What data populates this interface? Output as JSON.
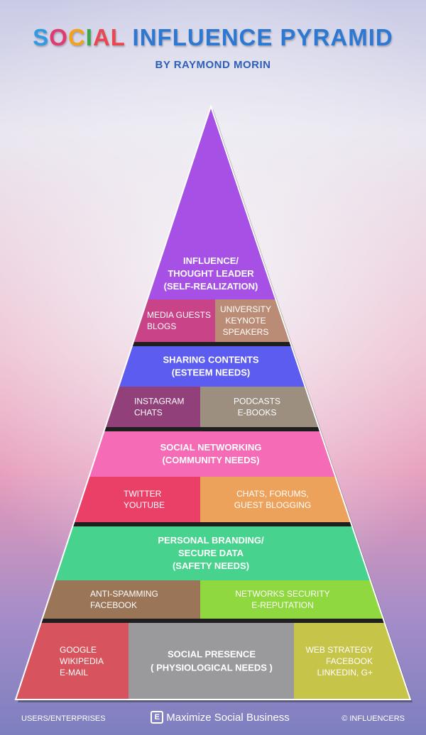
{
  "header": {
    "title_parts": [
      {
        "text": "S",
        "color": "#2f9be3"
      },
      {
        "text": "O",
        "color": "#e03a6f"
      },
      {
        "text": "C",
        "color": "#f2a21c"
      },
      {
        "text": "I",
        "color": "#3aa84a"
      },
      {
        "text": "AL",
        "color": "#e8484f"
      },
      {
        "text": " INFLUENCE PYRAMID",
        "color": "#2c78d2"
      }
    ],
    "subtitle": "BY RAYMOND MORIN"
  },
  "pyramid": {
    "levels": [
      {
        "title_lines": [
          "INFLUENCE/",
          "THOUGHT LEADER",
          "(SELF-REALIZATION)"
        ],
        "color": "#a650e6",
        "cells": [
          {
            "lines": [
              "MEDIA GUESTS",
              "BLOGS"
            ],
            "color": "#c94388"
          },
          {
            "lines": [
              "UNIVERSITY",
              "KEYNOTE",
              "SPEAKERS"
            ],
            "color": "#bb8c75"
          }
        ]
      },
      {
        "title_lines": [
          "SHARING CONTENTS",
          "(ESTEEM NEEDS)"
        ],
        "color": "#5d5cf0",
        "cells": [
          {
            "lines": [
              "INSTAGRAM",
              "CHATS"
            ],
            "color": "#92407a"
          },
          {
            "lines": [
              "PODCASTS",
              "E-BOOKS"
            ],
            "color": "#9c8f7f"
          }
        ]
      },
      {
        "title_lines": [
          "SOCIAL NETWORKING",
          "(COMMUNITY NEEDS)"
        ],
        "color": "#f56bb5",
        "cells": [
          {
            "lines": [
              "TWITTER",
              "YOUTUBE"
            ],
            "color": "#ea3f67"
          },
          {
            "lines": [
              "CHATS, FORUMS,",
              "GUEST BLOGGING"
            ],
            "color": "#eda25c"
          }
        ]
      },
      {
        "title_lines": [
          "PERSONAL BRANDING/",
          "SECURE DATA",
          "(SAFETY NEEDS)"
        ],
        "color": "#47d38d",
        "cells": [
          {
            "lines": [
              "ANTI-SPAMMING",
              "FACEBOOK"
            ],
            "color": "#9b7557"
          },
          {
            "lines": [
              "NETWORKS SECURITY",
              "E-REPUTATION"
            ],
            "color": "#8fd83f"
          }
        ]
      }
    ],
    "base": {
      "left": {
        "lines": [
          "GOOGLE",
          "WIKIPEDIA",
          "E-MAIL"
        ],
        "color": "#d7545e"
      },
      "center": {
        "lines": [
          "SOCIAL PRESENCE",
          "( PHYSIOLOGICAL NEEDS )"
        ],
        "color": "#9a9a9c"
      },
      "right": {
        "lines": [
          "WEB STRATEGY",
          "FACEBOOK",
          "LINKEDIN, G+"
        ],
        "color": "#c7c44a"
      }
    }
  },
  "footer": {
    "left": "USERS/ENTERPRISES",
    "logo_glyph": "E",
    "center": "Maximize Social Business",
    "right": "© INFLUENCERS"
  }
}
